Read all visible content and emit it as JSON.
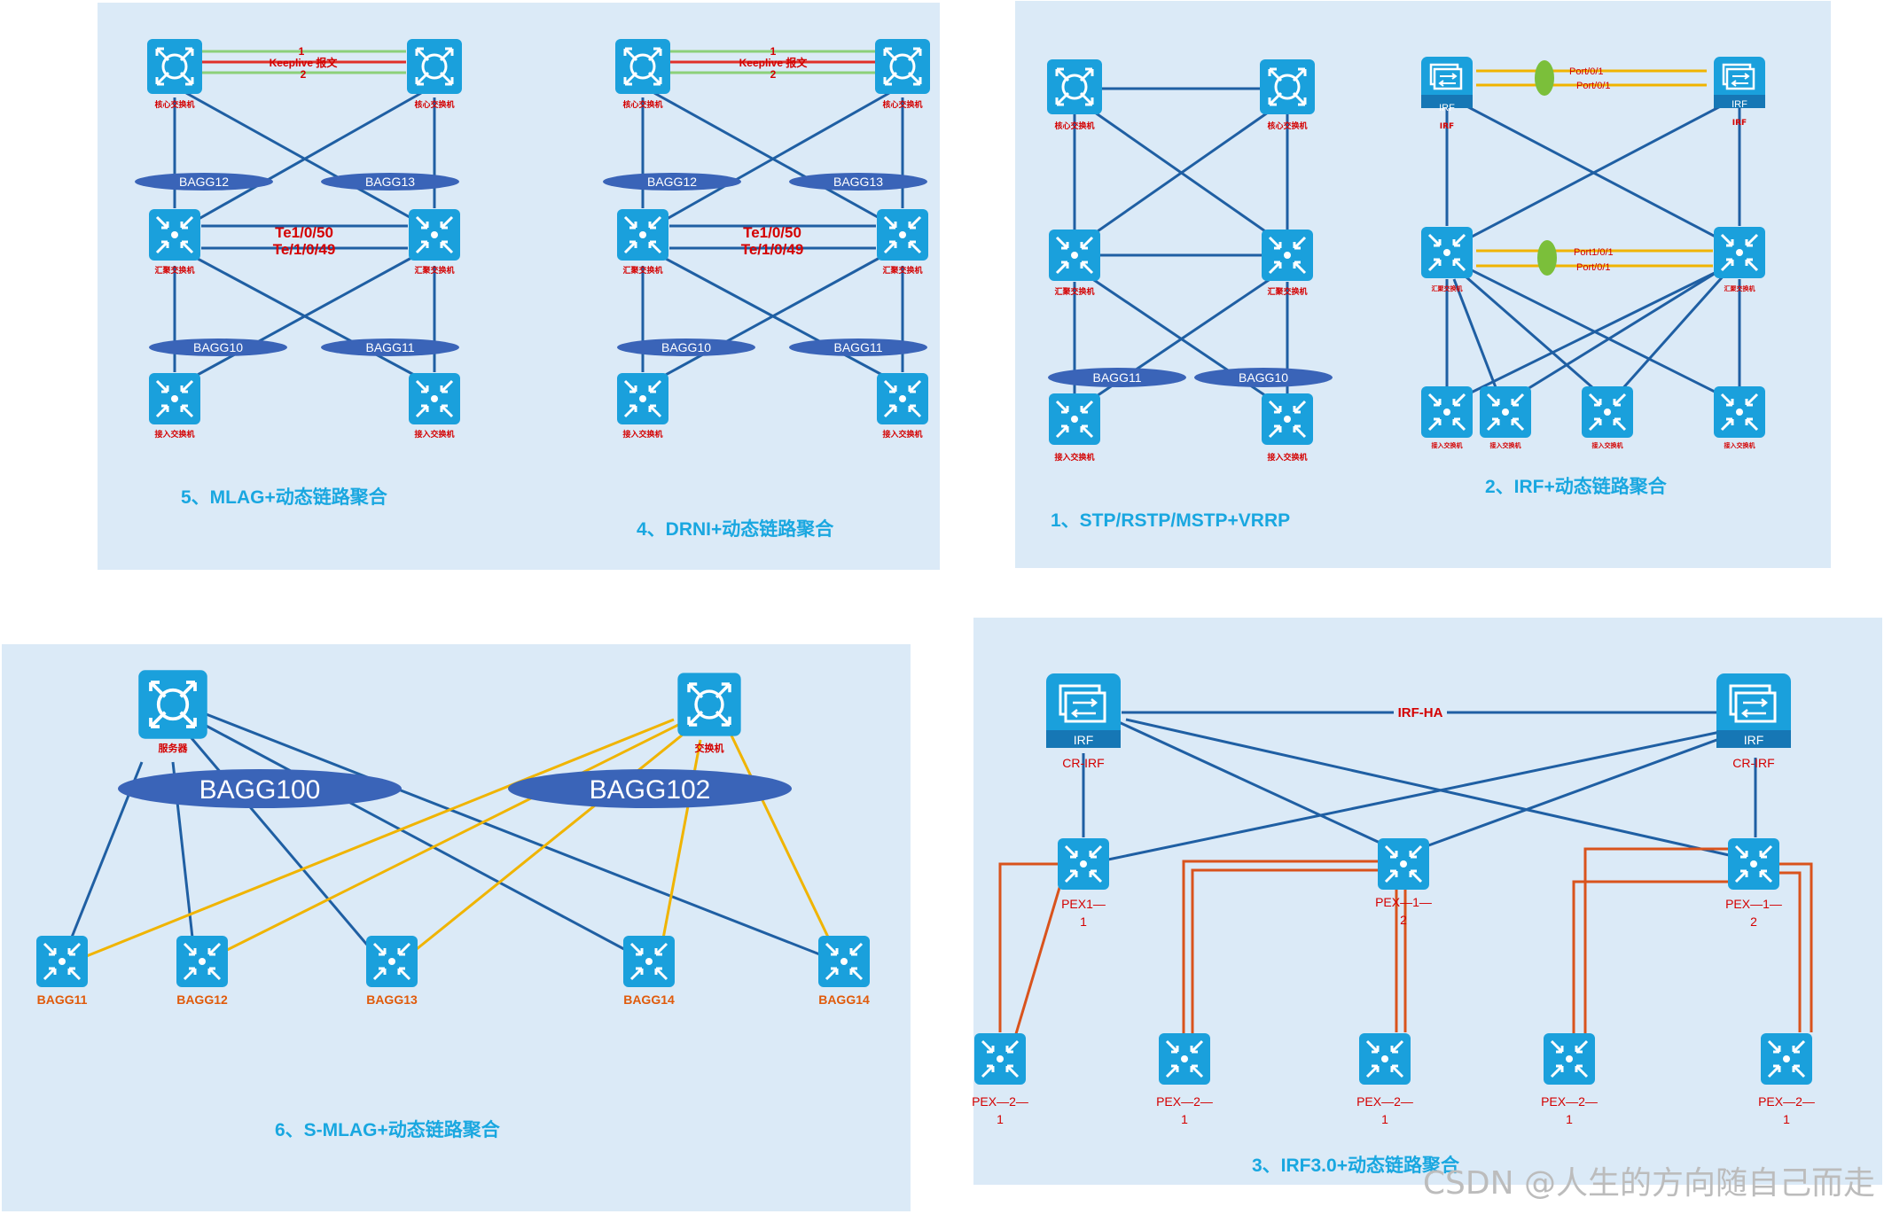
{
  "panels": {
    "mlag": {
      "title": "5、MLAG+动态链路聚合",
      "core_label": "核心交换机",
      "agg_label": "汇聚交换机",
      "access_label": "接入交换机",
      "keeplive": "Keeplive 报文",
      "keeplive_num1": "1",
      "keeplive_num2": "2",
      "te1": "Te1/0/50",
      "te2": "Te/1/0/49",
      "bagg_top": [
        "BAGG12",
        "BAGG13"
      ],
      "bagg_bottom": [
        "BAGG10",
        "BAGG11"
      ]
    },
    "drni": {
      "title": "4、DRNI+动态链路聚合",
      "core_label": "核心交换机",
      "agg_label": "汇聚交换机",
      "access_label": "接入交换机",
      "keeplive": "Keeplive 报文",
      "keeplive_num1": "1",
      "keeplive_num2": "2",
      "te1": "Te1/0/50",
      "te2": "Te/1/0/49",
      "bagg_top": [
        "BAGG12",
        "BAGG13"
      ],
      "bagg_bottom": [
        "BAGG10",
        "BAGG11"
      ]
    },
    "stp": {
      "title": "1、STP/RSTP/MSTP+VRRP",
      "core_label": "核心交换机",
      "agg_label": "汇聚交换机",
      "access_label": "接入交换机",
      "bagg": [
        "BAGG11",
        "BAGG10"
      ]
    },
    "irf": {
      "title": "2、IRF+动态链路聚合",
      "irf_badge": "IRF",
      "irf_label": "IRF",
      "port_top_1": "Port/0/1",
      "port_top_2": "Port/0/1",
      "port_mid_1": "Port1/0/1",
      "port_mid_2": "Port/0/1",
      "agg_label": "汇聚交换机",
      "access_label": "接入交换机"
    },
    "smlag": {
      "title": "6、S-MLAG+动态链路聚合",
      "server_label": "服务器",
      "switch_label": "交换机",
      "bagg_big": [
        "BAGG100",
        "BAGG102"
      ],
      "access": [
        "BAGG11",
        "BAGG12",
        "BAGG13",
        "BAGG14",
        "BAGG14"
      ]
    },
    "irf3": {
      "title": "3、IRF3.0+动态链路聚合",
      "irf_badge": "IRF",
      "cr_label": "CR-IRF",
      "irf_ha": "IRF-HA",
      "pex1": [
        "PEX1—",
        "PEX—1—",
        "PEX—1—"
      ],
      "pex1_num": [
        "1",
        "2",
        "2"
      ],
      "pex2": [
        "PEX—2—",
        "PEX—2—",
        "PEX—2—",
        "PEX—2—",
        "PEX—2—"
      ],
      "pex2_num": [
        "1",
        "1",
        "1",
        "1",
        "1"
      ]
    }
  },
  "watermark": "CSDN @人生的方向随自己而走",
  "colors": {
    "panel_bg": "#dbeaf7",
    "icon_bg": "#1aa0dc",
    "link_blue": "#1f5fa3",
    "link_yellow": "#f0b400",
    "link_orange": "#d9531c",
    "bagg_fill": "#3a64b8"
  }
}
